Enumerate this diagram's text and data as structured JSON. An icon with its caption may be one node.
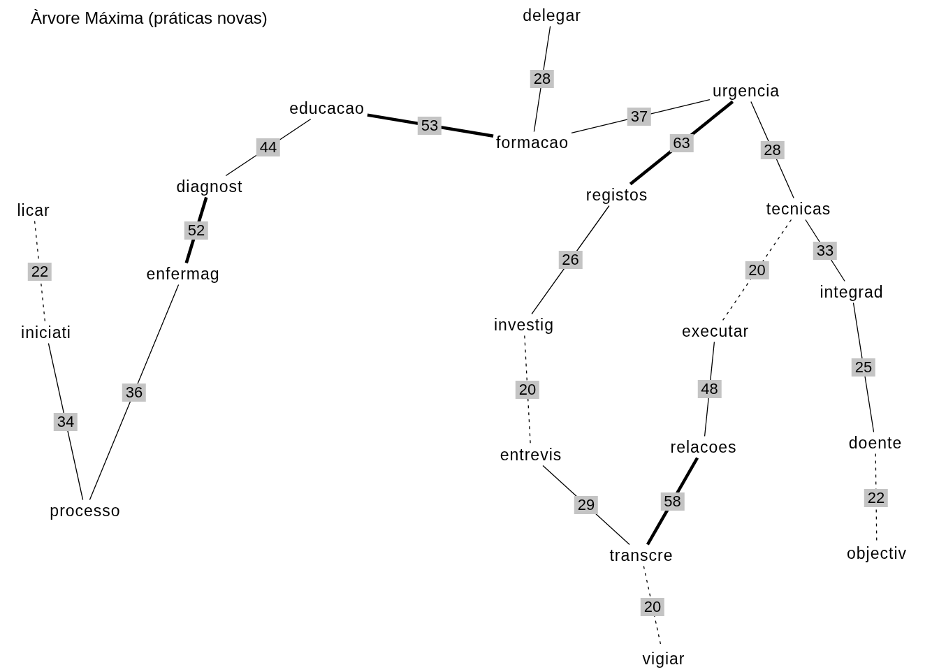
{
  "diagram": {
    "title": "Àrvore Máxima (práticas novas)",
    "nodes": [
      {
        "text": [
          "delegar"
        ]
      },
      {
        "text": [
          "educacao"
        ]
      },
      {
        "text": [
          "formacao"
        ]
      },
      {
        "text": [
          "urgencia"
        ]
      },
      {
        "text": [
          "diagnost"
        ]
      },
      {
        "text": [
          "registos"
        ]
      },
      {
        "text": [
          "tecnicas"
        ]
      },
      {
        "text": [
          "licar"
        ]
      },
      {
        "text": [
          "enfermag"
        ]
      },
      {
        "text": [
          "integrad"
        ]
      },
      {
        "text": [
          "investig"
        ]
      },
      {
        "text": [
          "executar"
        ]
      },
      {
        "text": [
          "iniciati"
        ]
      },
      {
        "text": [
          "entrevis"
        ]
      },
      {
        "text": [
          "relacoes"
        ]
      },
      {
        "text": [
          "doente"
        ]
      },
      {
        "text": [
          "processo"
        ]
      },
      {
        "text": [
          "transcre"
        ]
      },
      {
        "text": [
          "objectiv"
        ]
      },
      {
        "text": [
          "vigiar"
        ]
      }
    ],
    "edges": [
      {
        "from": 0,
        "to": 2,
        "arrow": "none",
        "label": "28"
      },
      {
        "from": 1,
        "to": 2,
        "arrow": "none",
        "label": "53",
        "style": "thick"
      },
      {
        "from": 1,
        "to": 4,
        "arrow": "none",
        "label": "44"
      },
      {
        "from": 2,
        "to": 3,
        "arrow": "none",
        "label": "37"
      },
      {
        "from": 3,
        "to": 5,
        "arrow": "none",
        "label": "63",
        "style": "thick"
      },
      {
        "from": 3,
        "to": 6,
        "arrow": "none",
        "label": "28"
      },
      {
        "from": 4,
        "to": 8,
        "arrow": "none",
        "label": "52",
        "style": "thick"
      },
      {
        "from": 7,
        "to": 12,
        "arrow": "none",
        "label": "22",
        "style": "dashed"
      },
      {
        "from": 5,
        "to": 10,
        "arrow": "none",
        "label": "26"
      },
      {
        "from": 6,
        "to": 11,
        "arrow": "none",
        "label": "20",
        "style": "dashed"
      },
      {
        "from": 6,
        "to": 9,
        "arrow": "none",
        "label": "33"
      },
      {
        "from": 12,
        "to": 16,
        "arrow": "none",
        "label": "34"
      },
      {
        "from": 8,
        "to": 16,
        "arrow": "none",
        "label": "36"
      },
      {
        "from": 10,
        "to": 13,
        "arrow": "none",
        "label": "20",
        "style": "dashed"
      },
      {
        "from": 11,
        "to": 14,
        "arrow": "none",
        "label": "48"
      },
      {
        "from": 9,
        "to": 15,
        "arrow": "none",
        "label": "25"
      },
      {
        "from": 13,
        "to": 17,
        "arrow": "none",
        "label": "29"
      },
      {
        "from": 14,
        "to": 17,
        "arrow": "none",
        "label": "58",
        "style": "thick"
      },
      {
        "from": 15,
        "to": 18,
        "arrow": "none",
        "label": "22",
        "style": "dashed"
      },
      {
        "from": 17,
        "to": 19,
        "arrow": "none",
        "label": "20",
        "style": "dashed"
      }
    ]
  }
}
